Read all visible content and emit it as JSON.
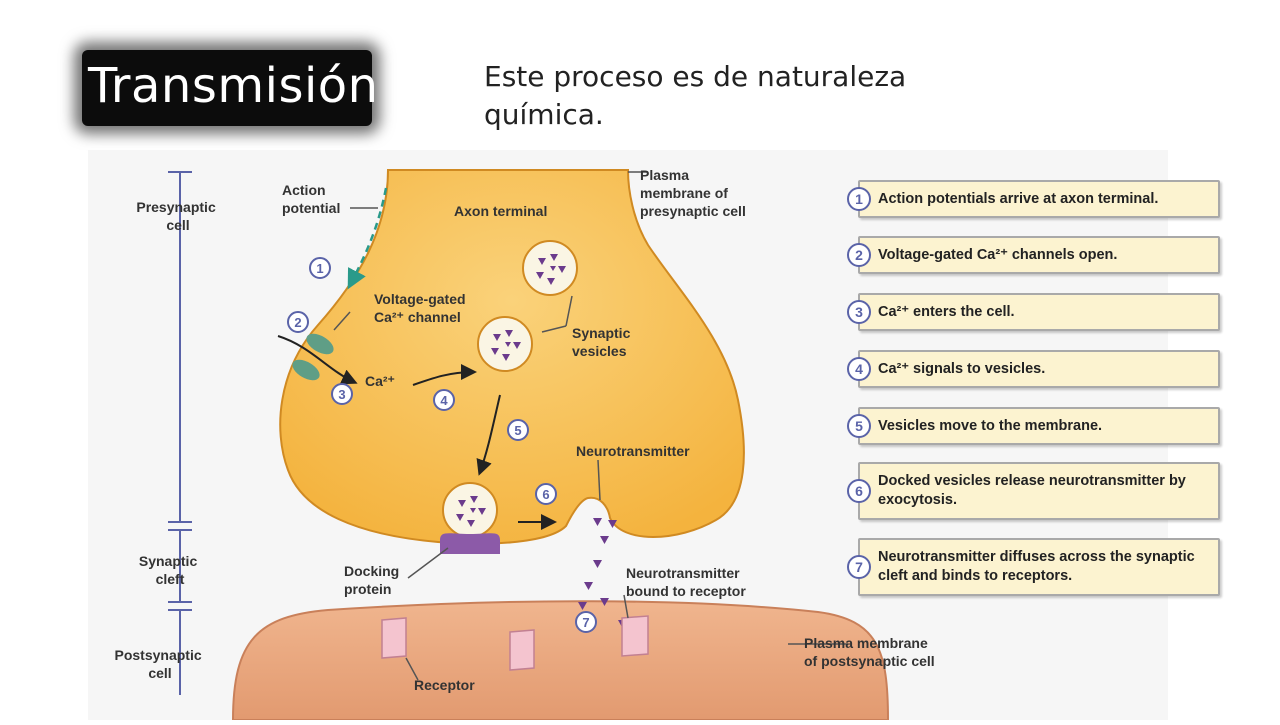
{
  "slide": {
    "title": "Transmisión",
    "subtitle": "Este proceso es de naturaleza química."
  },
  "diagram": {
    "left_scale": {
      "presynaptic": [
        "Presynaptic",
        "cell"
      ],
      "cleft": [
        "Synaptic",
        "cleft"
      ],
      "postsynaptic": [
        "Postsynaptic",
        "cell"
      ]
    },
    "labels": {
      "action_potential": [
        "Action",
        "potential"
      ],
      "axon_terminal": "Axon terminal",
      "plasma_pre": [
        "Plasma",
        "membrane of",
        "presynaptic cell"
      ],
      "ca_channel": [
        "Voltage-gated",
        "Ca²⁺ channel"
      ],
      "ca_ion": "Ca²⁺",
      "synaptic_vesicles": [
        "Synaptic",
        "vesicles"
      ],
      "neurotransmitter": "Neurotransmitter",
      "docking_protein": [
        "Docking",
        "protein"
      ],
      "nt_bound": [
        "Neurotransmitter",
        "bound to receptor"
      ],
      "plasma_post": [
        "Plasma membrane",
        "of postsynaptic cell"
      ],
      "receptor": "Receptor"
    },
    "markers": [
      "1",
      "2",
      "3",
      "4",
      "5",
      "6",
      "7"
    ],
    "steps": [
      {
        "num": "1",
        "text": "Action potentials arrive at axon terminal."
      },
      {
        "num": "2",
        "text": "Voltage-gated Ca²⁺ channels open."
      },
      {
        "num": "3",
        "text": "Ca²⁺ enters the cell."
      },
      {
        "num": "4",
        "text": "Ca²⁺ signals to vesicles."
      },
      {
        "num": "5",
        "text": "Vesicles move to the membrane."
      },
      {
        "num": "6",
        "text": "Docked vesicles release neurotransmitter by exocytosis."
      },
      {
        "num": "7",
        "text": "Neurotransmitter diffuses across the synaptic cleft and binds to receptors."
      }
    ],
    "colors": {
      "axon_fill": "#f4b33e",
      "axon_light": "#fad27a",
      "post_fill": "#e8a47c",
      "vesicle_fill": "#faf5e4",
      "neurotransmitter": "#6b3b8c",
      "channel": "#5f9e86",
      "docking": "#8c5aa8",
      "receptor": "#f4c4cf",
      "marker_blue": "#5a63a8",
      "box_fill": "#fcf3d0"
    }
  }
}
